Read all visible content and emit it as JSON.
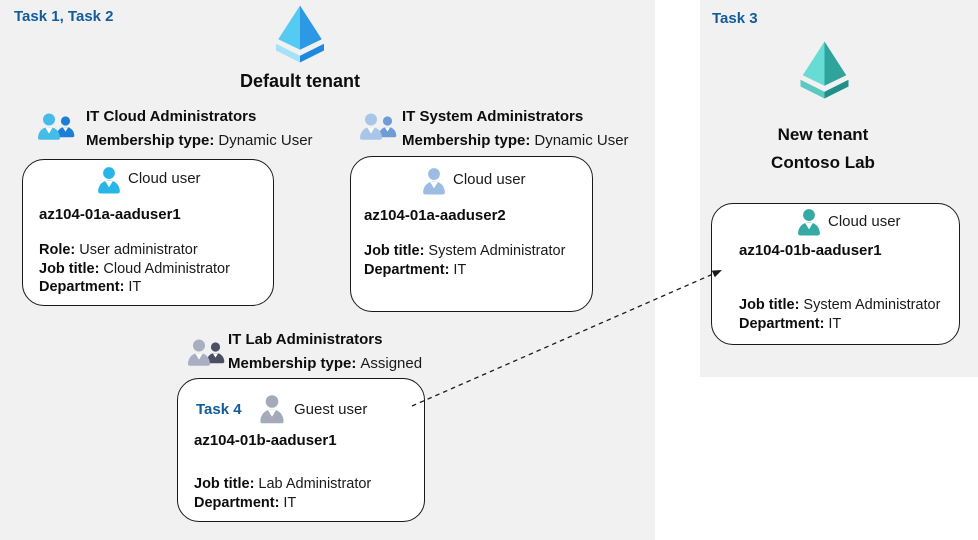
{
  "left_panel": {
    "task_label": "Task 1, Task 2",
    "tenant_name": "Default tenant",
    "groups": [
      {
        "title": "IT Cloud Administrators",
        "membership_label": "Membership type:",
        "membership_value": "Dynamic User"
      },
      {
        "title": "IT System Administrators",
        "membership_label": "Membership type:",
        "membership_value": "Dynamic User"
      },
      {
        "title": "IT Lab Administrators",
        "membership_label": "Membership type:",
        "membership_value": "Assigned"
      }
    ],
    "cards": [
      {
        "type_label": "Cloud user",
        "name": "az104-01a-aaduser1",
        "fields": [
          {
            "label": "Role:",
            "value": "User administrator"
          },
          {
            "label": "Job title:",
            "value": "Cloud Administrator"
          },
          {
            "label": "Department:",
            "value": "IT"
          }
        ]
      },
      {
        "type_label": "Cloud user",
        "name": "az104-01a-aaduser2",
        "fields": [
          {
            "label": "Job title:",
            "value": "System Administrator"
          },
          {
            "label": "Department:",
            "value": "IT"
          }
        ]
      },
      {
        "task_label": "Task 4",
        "type_label": "Guest user",
        "name": "az104-01b-aaduser1",
        "fields": [
          {
            "label": "Job title:",
            "value": "Lab Administrator"
          },
          {
            "label": "Department:",
            "value": "IT"
          }
        ]
      }
    ]
  },
  "right_panel": {
    "task_label": "Task 3",
    "tenant_name_line1": "New tenant",
    "tenant_name_line2": "Contoso Lab",
    "card": {
      "type_label": "Cloud user",
      "name": "az104-01b-aaduser1",
      "fields": [
        {
          "label": "Job title:",
          "value": "System Administrator"
        },
        {
          "label": "Department:",
          "value": "IT"
        }
      ]
    }
  },
  "connector": {
    "type": "dashed-arrow"
  },
  "icons": {
    "default_tenant": "azure-ad-tenant-icon-blue",
    "new_tenant": "azure-ad-tenant-icon-teal",
    "groups": "user-group-icon",
    "cloud_user": "person-icon",
    "guest_user": "person-icon"
  },
  "colors": {
    "task_label_blue": "#135C99",
    "panel_gray": "#F1F1F1",
    "card_border": "#1A1A1A",
    "tenant_blue_light": "#55CBF3",
    "tenant_blue_dark": "#2D99E5",
    "tenant_teal_light": "#68DBD4",
    "tenant_teal_dark": "#2EA49D",
    "group_cloud_front": "#45BCE8",
    "group_cloud_back": "#1B7FD6",
    "group_system_front": "#A9C6E8",
    "group_system_back": "#6E9CD4",
    "group_lab_front": "#A9AEC2",
    "group_lab_back": "#4A4F63",
    "user_cloud_cyan": "#28B5E8",
    "user_cloud_steel": "#9DBCE4",
    "user_guest_gray": "#A5AABB",
    "user_cloud_teal": "#35A9A3"
  }
}
